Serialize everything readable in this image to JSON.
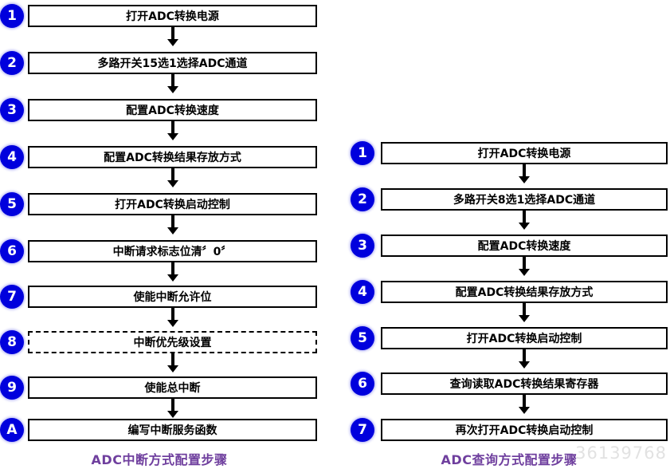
{
  "diagram": {
    "title_color": "#6f3f9e",
    "badge_color": "#0000dd",
    "box_border_color": "#000000",
    "arrow_color": "#000000"
  },
  "columns": [
    {
      "id": "interrupt",
      "caption": "ADC中断方式配置步骤",
      "steps": [
        {
          "badge": "1",
          "label": "打开ADC转换电源",
          "style": "solid"
        },
        {
          "badge": "2",
          "label": "多路开关15选1选择ADC通道",
          "style": "solid"
        },
        {
          "badge": "3",
          "label": "配置ADC转换速度",
          "style": "solid"
        },
        {
          "badge": "4",
          "label": "配置ADC转换结果存放方式",
          "style": "solid"
        },
        {
          "badge": "5",
          "label": "打开ADC转换启动控制",
          "style": "solid"
        },
        {
          "badge": "6",
          "label": "中断请求标志位清〞0〞",
          "style": "solid"
        },
        {
          "badge": "7",
          "label": "使能中断允许位",
          "style": "solid"
        },
        {
          "badge": "8",
          "label": "中断优先级设置",
          "style": "dashed"
        },
        {
          "badge": "9",
          "label": "使能总中断",
          "style": "solid"
        },
        {
          "badge": "A",
          "label": "编写中断服务函数",
          "style": "solid"
        }
      ]
    },
    {
      "id": "polling",
      "caption": "ADC查询方式配置步骤",
      "steps": [
        {
          "badge": "1",
          "label": "打开ADC转换电源",
          "style": "solid"
        },
        {
          "badge": "2",
          "label": "多路开关8选1选择ADC通道",
          "style": "solid"
        },
        {
          "badge": "3",
          "label": "配置ADC转换速度",
          "style": "solid"
        },
        {
          "badge": "4",
          "label": "配置ADC转换结果存放方式",
          "style": "solid"
        },
        {
          "badge": "5",
          "label": "打开ADC转换启动控制",
          "style": "solid"
        },
        {
          "badge": "6",
          "label": "查询读取ADC转换结果寄存器",
          "style": "solid"
        },
        {
          "badge": "7",
          "label": "再次打开ADC转换启动控制",
          "style": "solid"
        }
      ]
    }
  ],
  "watermark": "36139768"
}
